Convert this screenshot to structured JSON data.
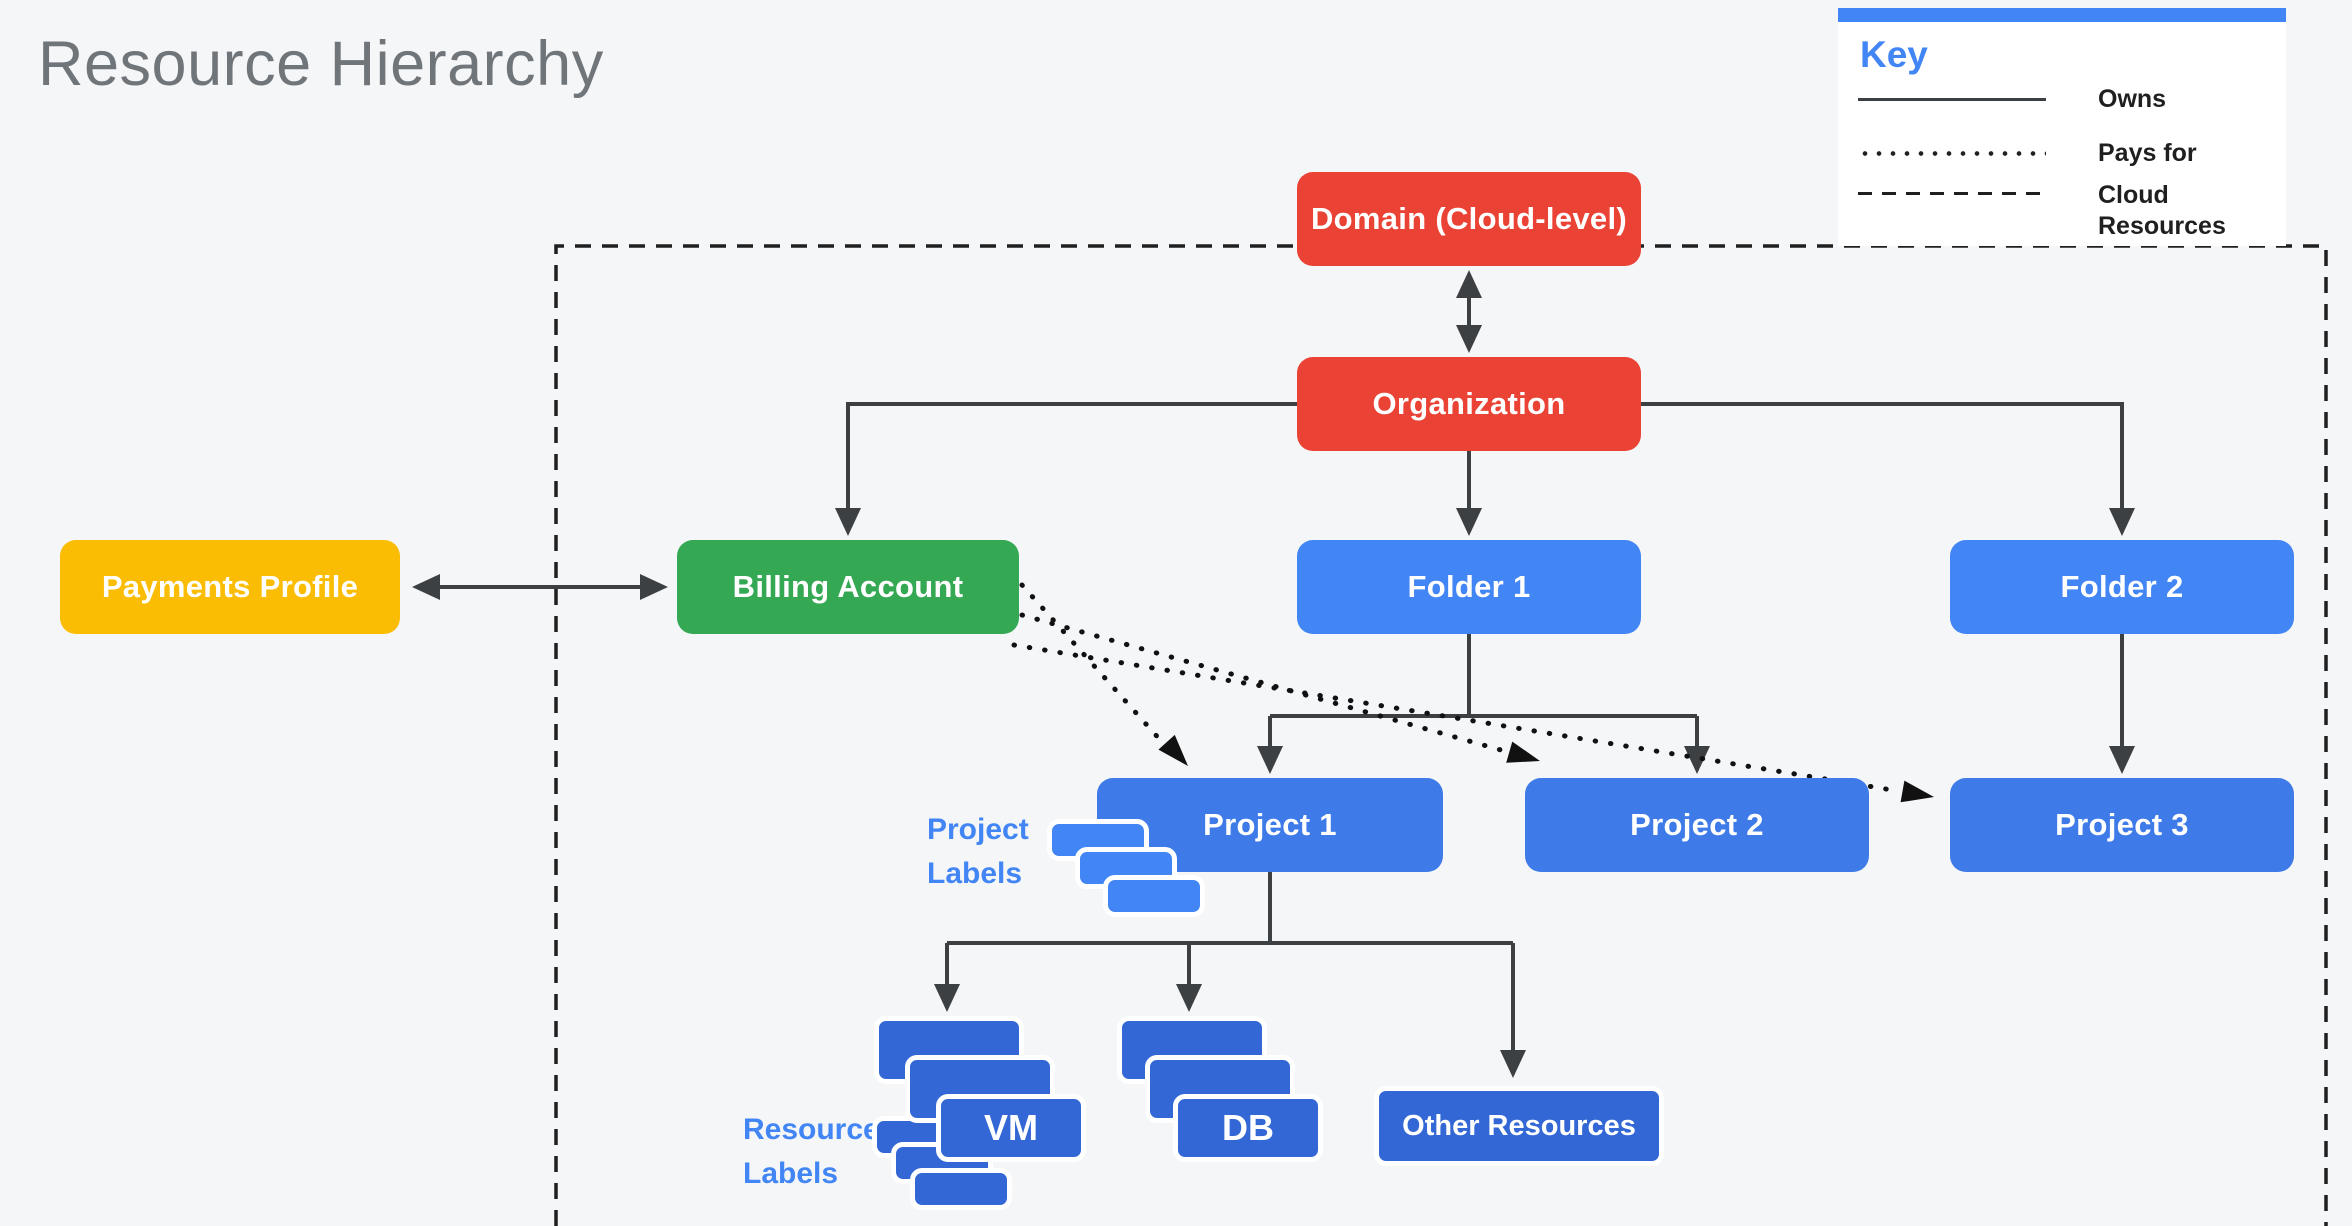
{
  "title": "Resource Hierarchy",
  "key": {
    "title": "Key",
    "items": [
      {
        "line_style": "solid",
        "label": "Owns"
      },
      {
        "line_style": "dotted",
        "label": "Pays for"
      },
      {
        "line_style": "dashed",
        "label": "Cloud Resources"
      }
    ]
  },
  "nodes": {
    "domain": {
      "label": "Domain (Cloud-level)",
      "color": "#EA4335"
    },
    "organization": {
      "label": "Organization",
      "color": "#EA4335"
    },
    "payments_profile": {
      "label": "Payments Profile",
      "color": "#FBBC04"
    },
    "billing_account": {
      "label": "Billing Account",
      "color": "#34A853"
    },
    "folder1": {
      "label": "Folder 1",
      "color": "#4285F4"
    },
    "folder2": {
      "label": "Folder 2",
      "color": "#4285F4"
    },
    "project1": {
      "label": "Project 1",
      "color": "#3E7BE8"
    },
    "project2": {
      "label": "Project 2",
      "color": "#3E7BE8"
    },
    "project3": {
      "label": "Project 3",
      "color": "#3E7BE8"
    },
    "vm": {
      "label": "VM",
      "color": "#3367D6"
    },
    "db": {
      "label": "DB",
      "color": "#3367D6"
    },
    "other_resources": {
      "label": "Other Resources",
      "color": "#3367D6"
    }
  },
  "annotations": {
    "project_labels": {
      "line1": "Project",
      "line2": "Labels"
    },
    "resource_labels": {
      "line1": "Resource",
      "line2": "Labels"
    }
  },
  "edges": [
    {
      "from": "domain",
      "to": "organization",
      "type": "owns",
      "bidirectional": true
    },
    {
      "from": "organization",
      "to": "billing_account",
      "type": "owns"
    },
    {
      "from": "organization",
      "to": "folder1",
      "type": "owns"
    },
    {
      "from": "organization",
      "to": "folder2",
      "type": "owns"
    },
    {
      "from": "payments_profile",
      "to": "billing_account",
      "type": "owns",
      "bidirectional": true
    },
    {
      "from": "folder1",
      "to": "project1",
      "type": "owns"
    },
    {
      "from": "folder1",
      "to": "project2",
      "type": "owns"
    },
    {
      "from": "folder2",
      "to": "project3",
      "type": "owns"
    },
    {
      "from": "billing_account",
      "to": "project1",
      "type": "pays_for"
    },
    {
      "from": "billing_account",
      "to": "project2",
      "type": "pays_for"
    },
    {
      "from": "billing_account",
      "to": "project3",
      "type": "pays_for"
    },
    {
      "from": "project1",
      "to": "vm",
      "type": "owns"
    },
    {
      "from": "project1",
      "to": "db",
      "type": "owns"
    },
    {
      "from": "project1",
      "to": "other_resources",
      "type": "owns"
    }
  ],
  "colors": {
    "background": "#F5F6F8",
    "red": "#EA4335",
    "yellow": "#FBBC04",
    "green": "#34A853",
    "blue": "#4285F4",
    "project_blue": "#3E7BE8",
    "resource_blue": "#3367D6",
    "line": "#3C4043",
    "boundary": "#1F1F1F",
    "title_gray": "#70757A"
  }
}
